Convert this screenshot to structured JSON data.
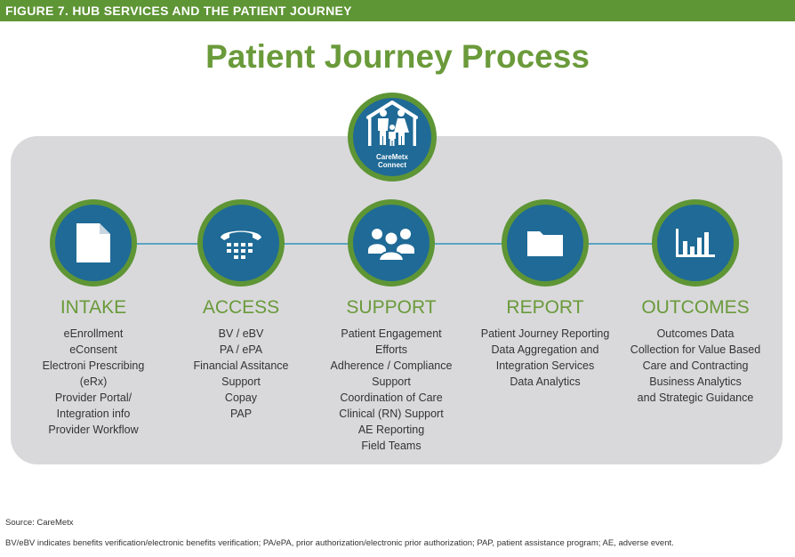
{
  "header": {
    "figure_label": "FIGURE 7. HUB SERVICES AND THE PATIENT JOURNEY"
  },
  "title": "Patient Journey Process",
  "hub": {
    "label_line1": "CareMetx",
    "label_line2": "Connect",
    "icon": "family-house-icon"
  },
  "stages": [
    {
      "title": "INTAKE",
      "icon": "document-icon",
      "items": [
        "eEnrollment",
        "eConsent",
        "Electroni Prescribing",
        "(eRx)",
        "Provider Portal/",
        "Integration info",
        "Provider Workflow"
      ]
    },
    {
      "title": "ACCESS",
      "icon": "telephone-icon",
      "items": [
        "BV / eBV",
        "PA / ePA",
        "Financial Assitance",
        "Support",
        "Copay",
        "PAP"
      ]
    },
    {
      "title": "SUPPORT",
      "icon": "people-group-icon",
      "items": [
        "Patient Engagement",
        "Efforts",
        "Adherence / Compliance",
        "Support",
        "Coordination of Care",
        "Clinical (RN) Support",
        "AE Reporting",
        "Field Teams"
      ]
    },
    {
      "title": "REPORT",
      "icon": "folder-icon",
      "items": [
        "Patient Journey Reporting",
        "Data Aggregation and",
        "Integration Services",
        "Data Analytics"
      ]
    },
    {
      "title": "OUTCOMES",
      "icon": "bar-chart-icon",
      "items": [
        "Outcomes Data",
        "Collection for Value Based",
        "Care and Contracting",
        "Business Analytics",
        "and Strategic Guidance"
      ]
    }
  ],
  "source": "Source: CareMetx",
  "footnote": "BV/eBV indicates benefits verification/electronic benefits verification; PA/ePA, prior authorization/electronic prior authorization; PAP, patient assistance program; AE, adverse event.",
  "colors": {
    "green": "#5e9535",
    "blue": "#1f6a96",
    "panel": "#d9d9db",
    "connector": "#5aa6c1"
  }
}
